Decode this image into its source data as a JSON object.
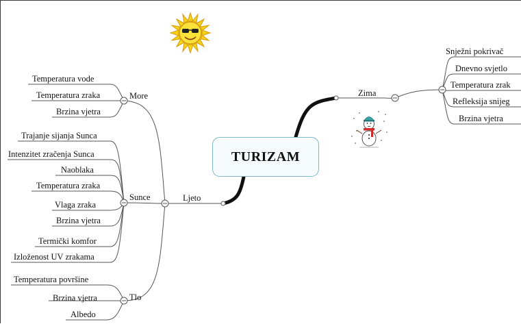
{
  "central": "TURIZAM",
  "branches": {
    "zima": {
      "label": "Zima",
      "children": [
        "Snježni pokrivač",
        "Dnevno svjetlo",
        "Temperatura zrak",
        "Refleksija snijeg",
        "Brzina vjetra"
      ]
    },
    "ljeto": {
      "label": "Ljeto",
      "more": {
        "label": "More",
        "children": [
          "Temperatura vode",
          "Temperatura zraka",
          "Brzina vjetra"
        ]
      },
      "sunce": {
        "label": "Sunce",
        "children": [
          "Trajanje sijanja Sunca",
          "Intenzitet zračenja Sunca",
          "Naoblaka",
          "Temperatura zraka",
          "Vlaga zraka",
          "Brzina vjetra",
          "Termički komfor",
          "Izloženost UV zrakama"
        ]
      },
      "tlo": {
        "label": "Tlo",
        "children": [
          "Temperatura površine",
          "Brzina vjetra",
          "Albedo"
        ]
      }
    }
  },
  "icons": [
    "sun-icon",
    "snowman-icon"
  ]
}
